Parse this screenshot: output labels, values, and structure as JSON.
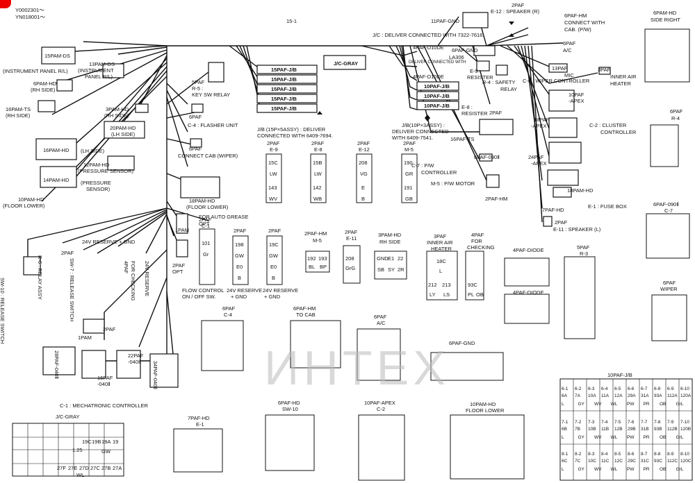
{
  "header": {
    "serial_1": "Y0002301～",
    "serial_2": "YN018001～",
    "harness_id": "15-1"
  },
  "watermark": {
    "text": "ИНТЕХ",
    "color": "#dd2222"
  },
  "labels": {
    "ds_15pam": "15PAM-DS",
    "instrument_panel_rl": "(INSTRUMENT PANEL R/L)",
    "pam13_ds": "13PAM-DS",
    "instrument_panel_rl2": "(INSTRUMENT",
    "instrument_panel_rl3": "PANEL R/L)",
    "pam6_hd": "6PAM-HD",
    "rh_side": "(RH SIDE)",
    "pam16_ts": "16PAM-TS",
    "rh_side2": "(RH SIDE)",
    "pam3_hd": "3PAM-HD",
    "rh_side3": "(RH SIDE)",
    "pam20_hd": "20PAM-HD",
    "lh_side": "(LH SIDE)",
    "pam16_hd": "16PAM-HD",
    "lh_side2": "(LH SIDE)",
    "pam12_hd": "12PAM-HD",
    "pressure_sensor": "(PRESSURE SENSOR)",
    "pam14_hd": "14PAM-HD",
    "pressure_sensor2": "(PRESSURE",
    "pressure_sensor3": "SENSOR)",
    "pam10_hd": "10PAM-HD",
    "floor_lower": "(FLOOR LOWER)",
    "pam18_hd": "18PAM-HD",
    "floor_lower2": "(FLOOR LOWER)",
    "paf5": "5PAF",
    "r5_key": "R-5 :",
    "key_sw_relay": "KEY SW RELAY",
    "paf6": "6PAF",
    "c4_flasher": "C-4 : FLASHER UNIT",
    "paf6b": "6PAF",
    "connect_cab_wiper": "CONNECT CAB (WIPER)",
    "jb_15pj": "15PAF-J/B",
    "jb_deliver": "J/B (15P×5ASSY) : DELIVER",
    "jb_deliver2": "CONNECTED WITH 6409-7694.",
    "jc_gray": "J/C-GRAY",
    "pam1": "1PAM",
    "for_auto_grease": "FOR AUTO GREASE",
    "opt": "OPT",
    "paf2_opt": "2PAF",
    "opt2": "OPT",
    "paf2": "2PAF",
    "r6_relay": "R-6 : RELAY ASSY",
    "sw10_release": "SW-10 : RELEASE SWITCH",
    "sw7_release": "SW-7 : RELEASE SWITCH",
    "for_checking": "FOR CHECKING",
    "paf4": "4PAF",
    "reserve_24v": "24V RESERVE",
    "reserve_24v_gnd": "24V RESERVE + GND",
    "c1_mecha": "C-1 : MECHATRONIC CONTROLLER",
    "paf2_e9": "2PAF",
    "e9": "E-9",
    "paf2_e8": "2PAF",
    "e8": "E-8",
    "paf2_e12": "2PAF",
    "e12": "E-12",
    "paf2_m5": "2PAF",
    "m5": "M-5",
    "paf_gnd11": "11PAF-GND",
    "jc_deliver": "J/C : DELIVER CONNECTED WITH 7322-7616.",
    "e12_speaker": "E-12 : SPEAKER (R)",
    "paf2_top": "2PAF",
    "paf6_hm": "6PAF-HM",
    "connect_with_cab": "CONNECT WITH",
    "cab_pw": "CAB. (P/W)",
    "paf6_ac": "6PAF",
    "ac": "A/C",
    "paf4_d10de": "4PAF-D10DE",
    "paf6_gnd": "6PAF-GND",
    "la306": "LA306",
    "deliver_diode": "DELIVER CONNECTED WITH",
    "e9_res": "E-9 :",
    "resister": "RESISTER",
    "paf4_d10de2": "4PAF-D10DE",
    "paf10_jb": "10PAF-J/B",
    "r4_safety": "R-4 : SAFETY",
    "relay": "RELAY",
    "paf13_mic": "13PAF",
    "mic": "MIC",
    "c6_wiper": "C-6 : WIPER CONTROLLER",
    "paf3": "3PAF",
    "inner_air_heater": "INNER AIR",
    "heater": "HEATER",
    "paf10_apex": "10PAF",
    "apex": "-APEX",
    "paf18_apex": "18PAF",
    "apex2": "-APEX",
    "c2_cluster": "C-2 : CLUSTER",
    "controller": "CONTROLLER",
    "paf24_apex": "24PAF",
    "apex3": "-APEX",
    "jb_10p": "J/B(10P×3ASSY) :",
    "deliver_7541": "DELIVER CONNECTED",
    "with_7541": "WITH 6409-7541.",
    "e8_res": "E-8 :",
    "resister2": "RESISTER",
    "paf2_e8b": "2PAF",
    "paf16_ts": "16PAF-TS",
    "paf6_090": "6PAF-090Ⅱ",
    "c7_pw": "C-7 : P/W",
    "controller2": "CONTROLLER",
    "m5_pw": "M-5 : P/W MOTOR",
    "paf2_hm": "2PAF-HM",
    "pam18_hd2": "18PAM-HD",
    "paf7_hd": "7PAF-HD",
    "e1_fuse": "E-1 : FUSE BOX",
    "paf2_e11": "2PAF",
    "e11_speaker": "E-11 : SPEAKER (L)",
    "pam6_hd_r": "6PAM-HD",
    "side_right": "SIDE RIGHT",
    "paf6_r4": "6PAF",
    "r4": "R-4",
    "paf6_090_c7": "6PAF-090Ⅱ",
    "c7": "C-7",
    "paf6_wiper": "6PAF",
    "wiper": "WIPER",
    "paf2_c1": "2PAF",
    "paf2_c1b": "C-1",
    "paf2_reserve": "2PAF",
    "paf2_hm_m5": "2PAF-HM",
    "m5b": "M-5",
    "paf2_e11b": "2PAF",
    "e11b": "E-11",
    "pam3_hd_rh": "3PAM-HD",
    "rh_side4": "RH SIDE",
    "paf3_inner": "3PAF",
    "inner_air2": "INNER AIR",
    "heater2": "HEATER",
    "paf4_check": "4PAF",
    "for_checking2": "FOR",
    "checking3": "CHECKING",
    "flow_control": "FLOW CONTROL",
    "on_off": "ON / OFF SW.",
    "reserve_gnd1": "24V RESERVE",
    "reserve_gnd1b": "+ GND",
    "reserve_gnd2": "24V RESERVE",
    "reserve_gnd2b": "+ GND",
    "paf4_diode": "4PAF-DIODE",
    "paf4_diode2": "4PAF-DIODE",
    "paf5_r3": "5PAF",
    "r3": "R-3",
    "paf6_c4": "6PAF",
    "c4b": "C-4",
    "paf6_hm_cab": "6PAF-HM",
    "to_cab": "TO CAB",
    "paf6_ac2": "6PAF",
    "ac2": "A/C",
    "paf6_gnd2": "6PAF-GND",
    "paf10_jb2": "10PAF-J/B",
    "jc_gray2": "J/C-GRAY",
    "paf7_hd_e1": "7PAF-HD",
    "e1b": "E-1",
    "paf6_hd_sw10": "6PAF-HD",
    "sw10": "SW-10",
    "paf10_apex_c2": "10PAF-APEX",
    "c2b": "C-2",
    "pam10_hd_floor": "10PAM-HD",
    "floor_lower3": "FLOOR LOWER",
    "paf28_040": "28PAF-040Ⅱ",
    "paf16_040": "16PAF",
    "paf16_040b": "-040Ⅱ",
    "paf22_040": "22PAF",
    "paf22_040b": "-040Ⅱ",
    "paf34_040": "34PAF-040Ⅱ",
    "pam1b": "1PAM",
    "paf2b": "2PAF"
  },
  "connector_codes": {
    "e9_a": "15C",
    "e9_b": "LW",
    "e9_c": "143",
    "e9_d": "WV",
    "e8_a": "15B",
    "e8_b": "LW",
    "e8_c": "142",
    "e8_d": "WB",
    "e12_a": "208",
    "e12_b": "VG",
    "e12_c": "E",
    "e12_d": "B",
    "m5_a": "190",
    "m5_b": "GR",
    "m5_c": "191",
    "m5_d": "GB",
    "sw_a": "101",
    "sw_b": "Gr",
    "r_a": "198",
    "r_b": "GW",
    "r_c": "E0",
    "r_d": "B",
    "r2_a": "19C",
    "r2_b": "GW",
    "r2_c": "E0",
    "r2_d": "B",
    "hm_a": "192",
    "hm_b": "193",
    "hm_c": "BL",
    "hm_d": "BP",
    "e11_a": "208",
    "e11_b": "GrG",
    "rh_a": "GND",
    "rh_b": "E1",
    "rh_c": "22",
    "rh_d": "SB",
    "rh_e": "SY",
    "rh_f": "2R",
    "ih_a": "18C",
    "ih_b": "L",
    "ih_c": "212",
    "ih_d": "213",
    "ih_e": "LY",
    "ih_f": "LS",
    "fc_a": "93C",
    "fc_b": "PL",
    "fc_c": "OB",
    "jc_r1": "19C",
    "jc_r2": "19B",
    "jc_r3": "19A",
    "jc_r4": "19",
    "jc_gw": "GW",
    "jc_125": "1.25",
    "jc_b1": "27F",
    "jc_b2": "27E",
    "jc_b3": "27D",
    "jc_b4": "27C",
    "jc_b5": "27B",
    "jc_b6": "27A",
    "jc_wl": "WL"
  },
  "jb10_rows": [
    [
      "6-1",
      "6-2",
      "6-3",
      "6-4",
      "6-5",
      "6-6",
      "6-7",
      "6-8",
      "6-9",
      "6-10"
    ],
    [
      "6A",
      "7A",
      "10A",
      "11A",
      "12A",
      "29A",
      "31A",
      "93A",
      "112A",
      "120A"
    ],
    [
      "L",
      "GY",
      "WV",
      "WL",
      "PW",
      "PR",
      "OB",
      "GrL"
    ],
    [
      "7-1",
      "7-2",
      "7-3",
      "7-4",
      "7-5",
      "7-6",
      "7-7",
      "7-8",
      "7-9",
      "7-10"
    ],
    [
      "6B",
      "7B",
      "10B",
      "11B",
      "12B",
      "29B",
      "31B",
      "93B",
      "112B",
      "120B"
    ],
    [
      "L",
      "GY",
      "WV",
      "WL",
      "PW",
      "PR",
      "OB",
      "GrL"
    ],
    [
      "8-1",
      "8-2",
      "8-3",
      "8-4",
      "8-5",
      "8-6",
      "8-7",
      "8-8",
      "8-9",
      "8-10"
    ],
    [
      "6C",
      "7C",
      "10C",
      "11C",
      "12C",
      "29C",
      "31C",
      "93C",
      "112C",
      "120C"
    ],
    [
      "L",
      "GY",
      "WV",
      "WL",
      "PW",
      "PR",
      "OB",
      "GrL"
    ]
  ]
}
